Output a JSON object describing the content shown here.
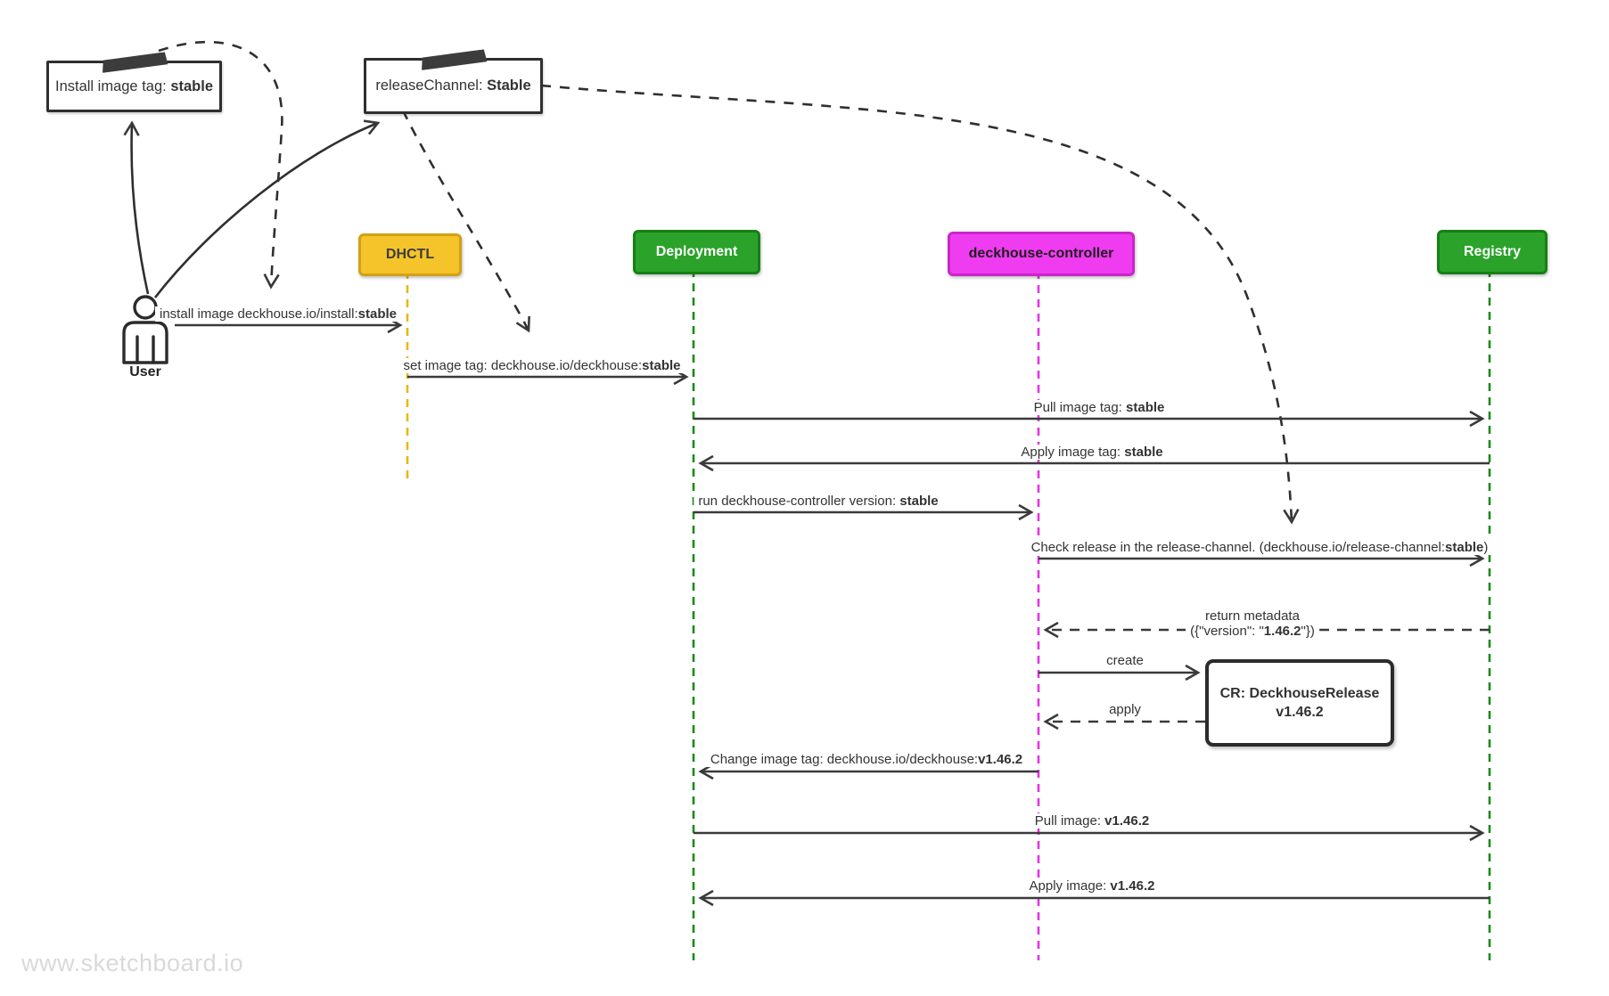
{
  "colors": {
    "yellow-fill": "#F4C42A",
    "yellow-border": "#D1A117",
    "yellow-line": "#E8B717",
    "green-fill": "#2BA32B",
    "green-border": "#177F17",
    "green-line": "#1C8A1C",
    "magenta-fill": "#F03CF0",
    "magenta-border": "#C926C9",
    "magenta-line": "#E433E4",
    "line": "#3a3a3a"
  },
  "watermark": "www.sketchboard.io",
  "user": {
    "label": "User"
  },
  "notes": [
    {
      "text": "Install image tag: ",
      "em": "stable"
    },
    {
      "text": "releaseChannel: ",
      "em": "Stable"
    }
  ],
  "lifelines": [
    {
      "label": "DHCTL"
    },
    {
      "label": "Deployment"
    },
    {
      "label": "deckhouse-controller"
    },
    {
      "label": "Registry"
    }
  ],
  "messages": [
    {
      "text": "install image deckhouse.io/install:",
      "em": "stable",
      "suffix": ""
    },
    {
      "text": "set image tag: deckhouse.io/deckhouse:",
      "em": "stable",
      "suffix": ""
    },
    {
      "text": "Pull image tag: ",
      "em": "stable",
      "suffix": ""
    },
    {
      "text": "Apply image tag: ",
      "em": "stable",
      "suffix": ""
    },
    {
      "text": "run deckhouse-controller version: ",
      "em": "stable",
      "suffix": ""
    },
    {
      "text": "Check release in the release-channel. (deckhouse.io/release-channel:",
      "em": "stable",
      "suffix": ")"
    },
    {
      "text": "return metadata",
      "em": "",
      "suffix": "",
      "line2_text": "({\"version\": \"",
      "line2_em": "1.46.2",
      "line2_suffix": "\"})"
    },
    {
      "text": "create",
      "em": "",
      "suffix": ""
    },
    {
      "text": "apply",
      "em": "",
      "suffix": ""
    },
    {
      "text": "Change image tag: deckhouse.io/deckhouse:",
      "em": "v1.46.2",
      "suffix": ""
    },
    {
      "text": "Pull image: ",
      "em": "v1.46.2",
      "suffix": ""
    },
    {
      "text": "Apply image: ",
      "em": "v1.46.2",
      "suffix": ""
    }
  ],
  "cr_box": {
    "line1": "CR: DeckhouseRelease",
    "line2": "v1.46.2"
  }
}
